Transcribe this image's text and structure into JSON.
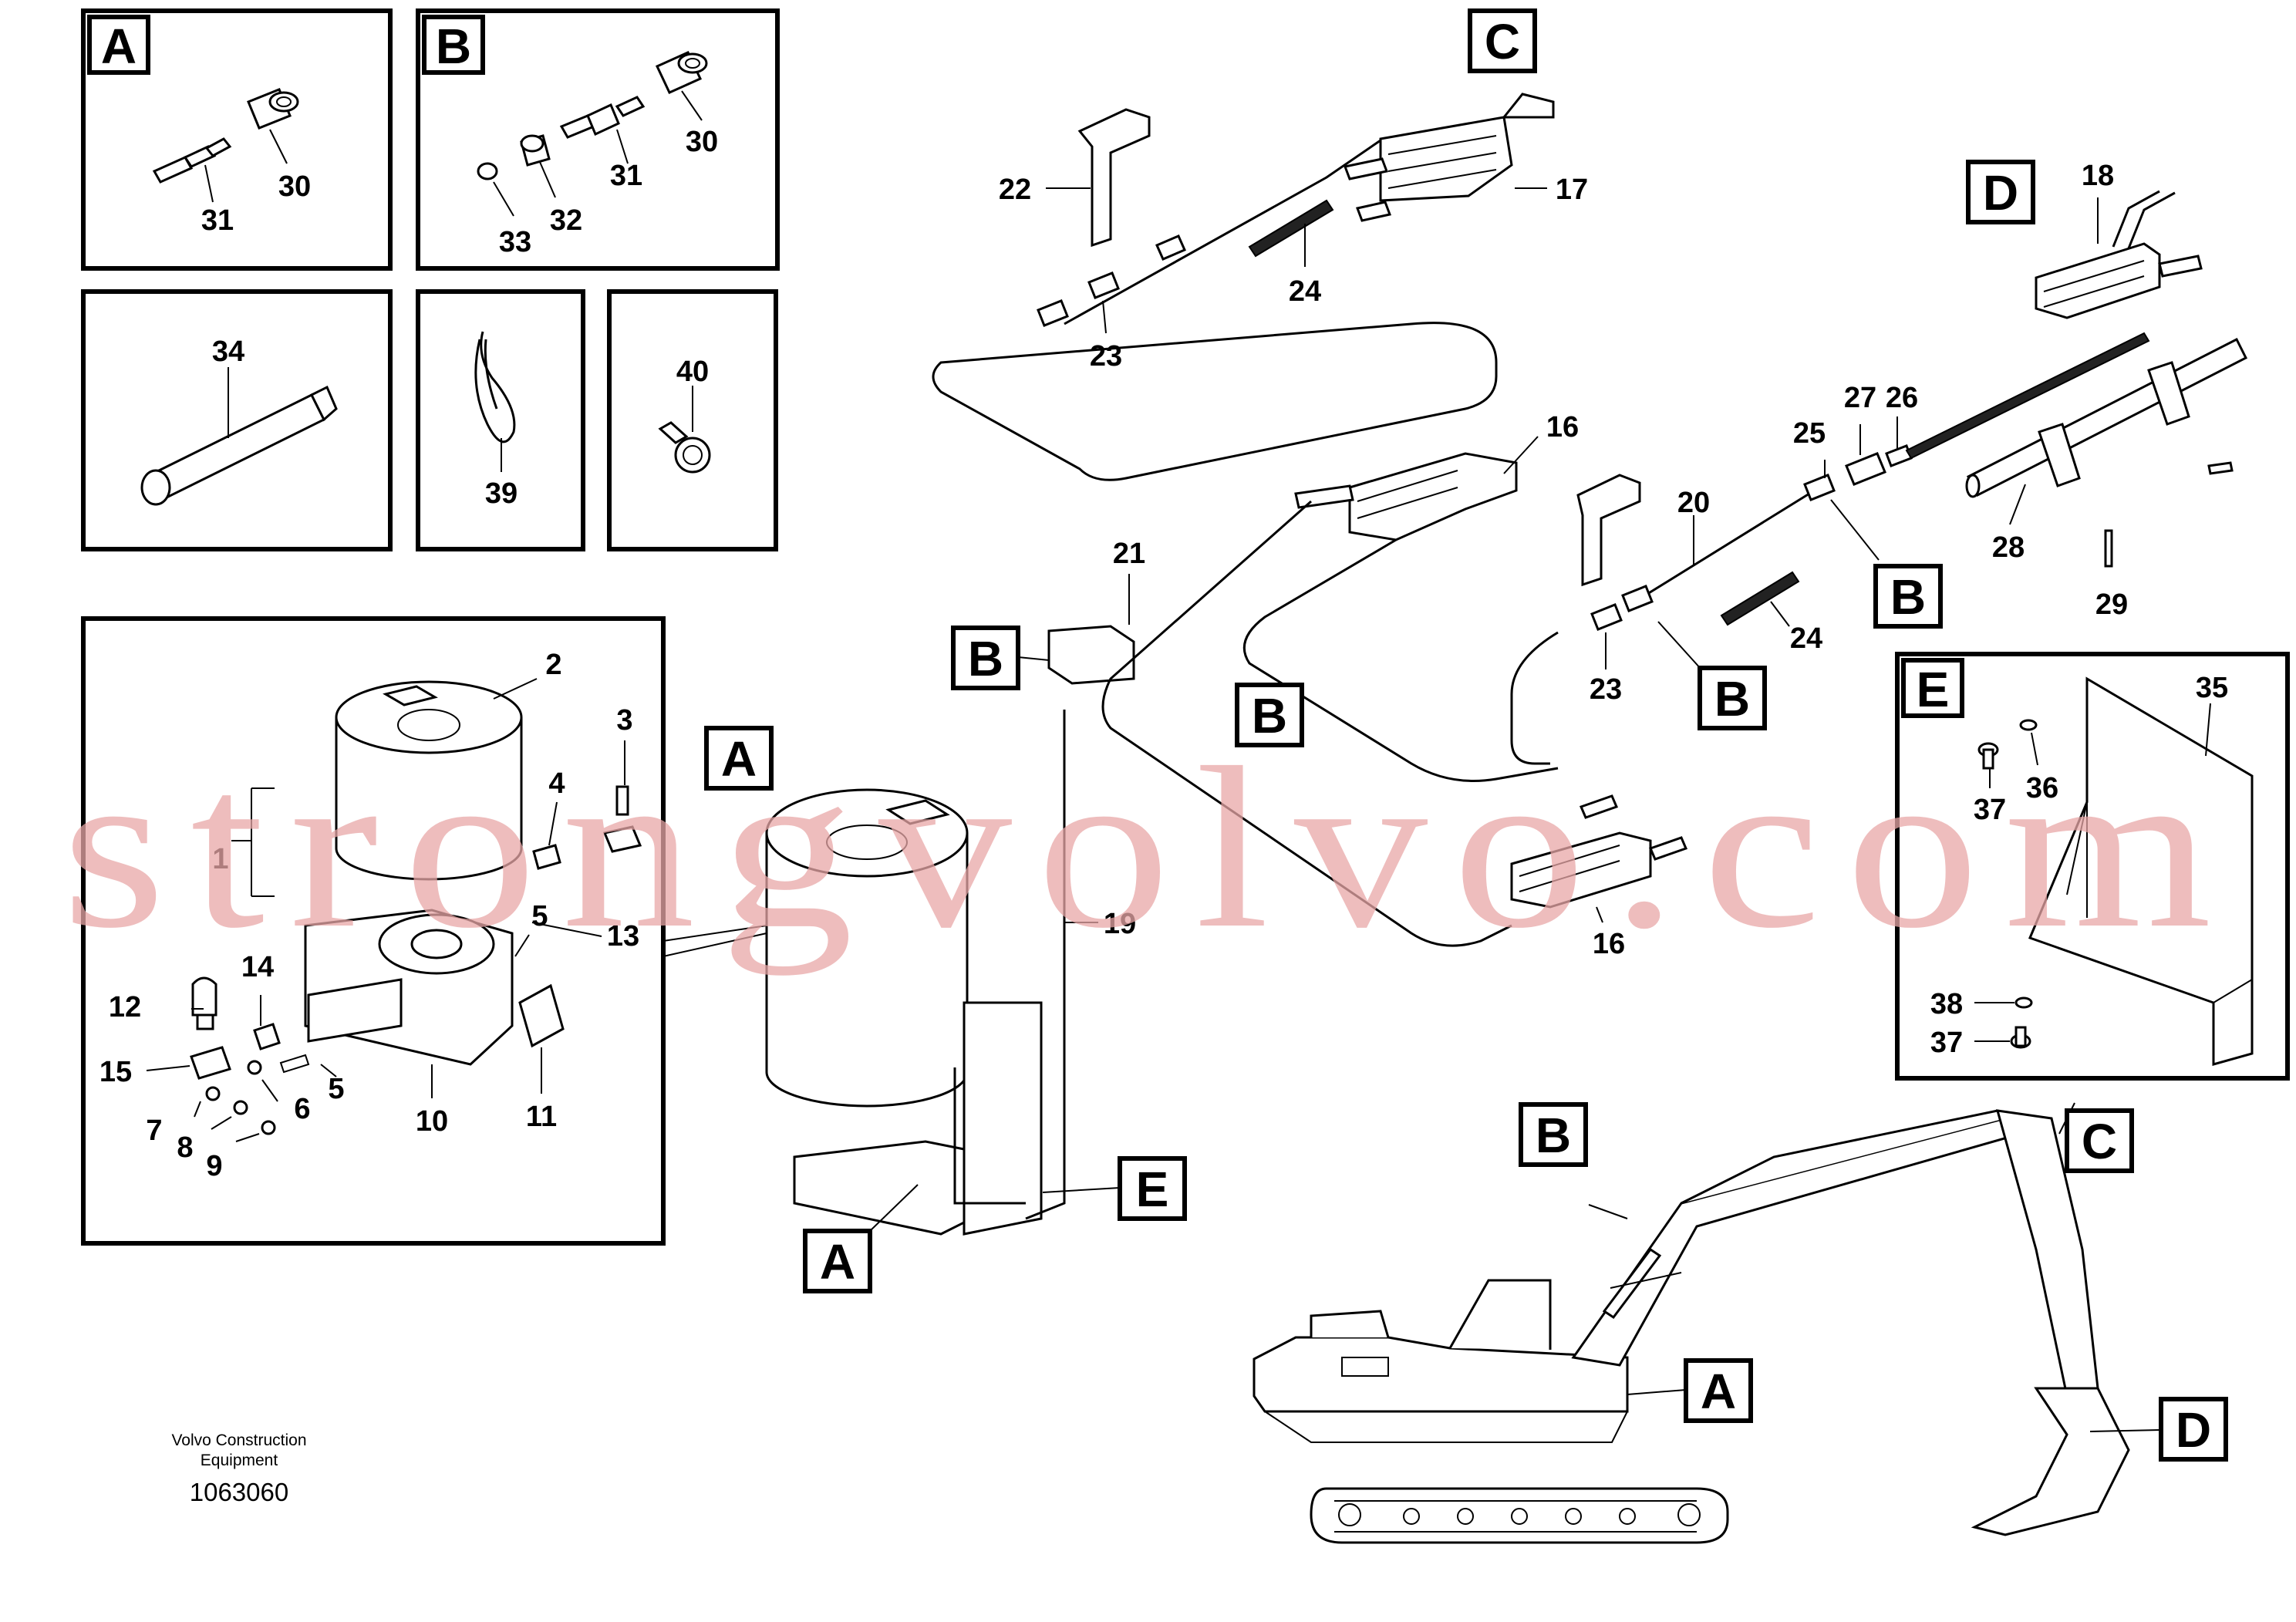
{
  "watermark": "strongvolvo.com",
  "footer": {
    "company": "Volvo Construction",
    "company_line2": "Equipment",
    "document_number": "1063060"
  },
  "detail_boxes": {
    "A": "A",
    "B": "B",
    "E": "E"
  },
  "view_tags": {
    "C": "C",
    "D": "D",
    "A_main": "A",
    "B_left": "B",
    "B_center": "B",
    "B_right_1": "B",
    "B_right_2": "B",
    "E_main": "E",
    "A_bottom": "A",
    "B_machine": "B",
    "C_machine": "C",
    "A_machine": "A",
    "D_machine": "D"
  },
  "part_numbers": {
    "p1": "1",
    "p2": "2",
    "p3": "3",
    "p4": "4",
    "p5a": "5",
    "p5b": "5",
    "p6": "6",
    "p7": "7",
    "p8": "8",
    "p9": "9",
    "p10": "10",
    "p11": "11",
    "p12": "12",
    "p13": "13",
    "p14": "14",
    "p15": "15",
    "p16a": "16",
    "p16b": "16",
    "p17": "17",
    "p18": "18",
    "p19": "19",
    "p20": "20",
    "p21": "21",
    "p22": "22",
    "p23a": "23",
    "p23b": "23",
    "p24a": "24",
    "p24b": "24",
    "p25": "25",
    "p26": "26",
    "p27": "27",
    "p28": "28",
    "p29": "29",
    "p30a": "30",
    "p30b": "30",
    "p31a": "31",
    "p31b": "31",
    "p32": "32",
    "p33": "33",
    "p34": "34",
    "p35": "35",
    "p36": "36",
    "p37a": "37",
    "p37b": "37",
    "p38": "38",
    "p39": "39",
    "p40": "40"
  }
}
